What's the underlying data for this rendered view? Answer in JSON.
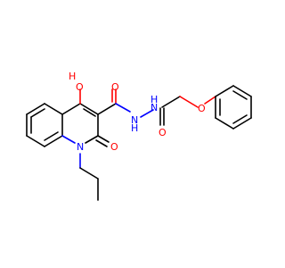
{
  "molecule": {
    "atom_labels": {
      "hydroxyl_o": "O",
      "hydroxyl_h": "H",
      "amide_o": "O",
      "hydrazide_n1": "N",
      "hydrazide_h1": "H",
      "hydrazide_n2": "N",
      "hydrazide_h2": "H",
      "acyl_o": "O",
      "ether_o": "O",
      "ring_o": "O",
      "ring_n": "N"
    },
    "colors": {
      "bond": "#000000",
      "oxygen": "#ff0000",
      "nitrogen": "#0000ff",
      "background": "#ffffff"
    }
  }
}
